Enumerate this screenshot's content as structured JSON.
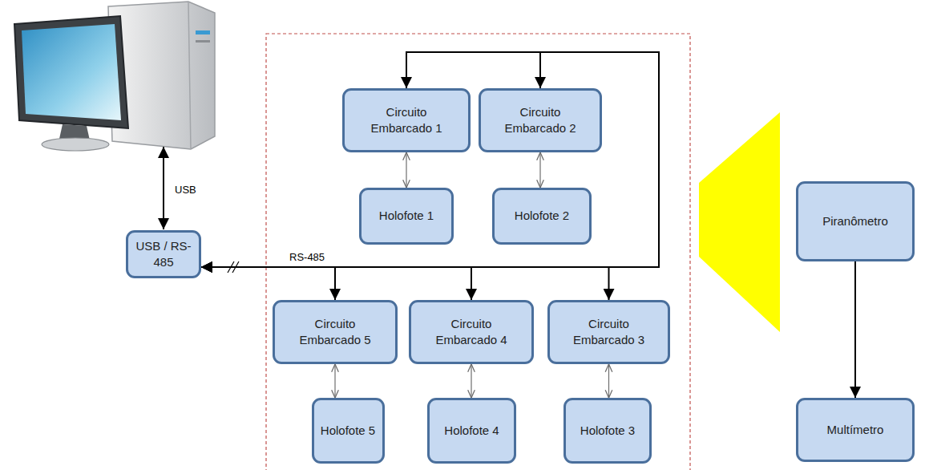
{
  "diagram": {
    "nodes": [
      {
        "text": [
          "USB / RS-485"
        ]
      },
      {
        "text": [
          "Circuito Embarcado 1"
        ]
      },
      {
        "text": [
          "Circuito Embarcado 2"
        ]
      },
      {
        "text": [
          "Holofote 1"
        ]
      },
      {
        "text": [
          "Holofote 2"
        ]
      },
      {
        "text": [
          "Circuito Embarcado 5"
        ]
      },
      {
        "text": [
          "Circuito Embarcado 4"
        ]
      },
      {
        "text": [
          "Circuito Embarcado 3"
        ]
      },
      {
        "text": [
          "Holofote 5"
        ]
      },
      {
        "text": [
          "Holofote 4"
        ]
      },
      {
        "text": [
          "Holofote 3"
        ]
      },
      {
        "text": [
          "Piranômetro"
        ]
      },
      {
        "text": [
          "Multímetro"
        ]
      }
    ],
    "edges": [
      {
        "from": 0,
        "to": 1,
        "arrow": "both"
      },
      {
        "from": 0,
        "to": 2,
        "arrow": "both"
      },
      {
        "from": 0,
        "to": 5,
        "arrow": "both",
        "label": "RS-485"
      },
      {
        "from": 0,
        "to": 6,
        "arrow": "both"
      },
      {
        "from": 0,
        "to": 7,
        "arrow": "both"
      },
      {
        "from": 1,
        "to": 3,
        "arrow": "both"
      },
      {
        "from": 2,
        "to": 4,
        "arrow": "both"
      },
      {
        "from": 5,
        "to": 8,
        "arrow": "both"
      },
      {
        "from": 6,
        "to": 9,
        "arrow": "both"
      },
      {
        "from": 7,
        "to": 10,
        "arrow": "both"
      },
      {
        "from": 11,
        "to": 12,
        "arrow": "to"
      }
    ],
    "labels": [
      "USB"
    ]
  }
}
